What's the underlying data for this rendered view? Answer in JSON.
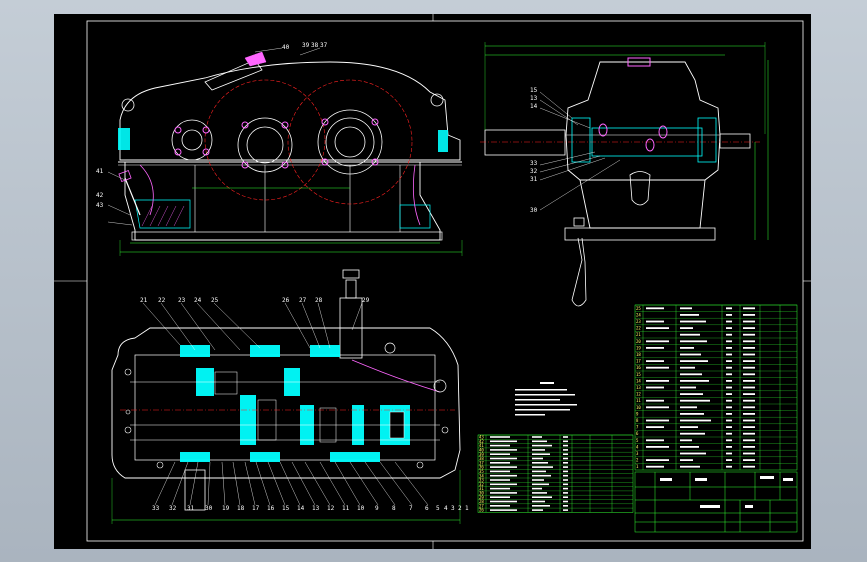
{
  "colors": {
    "background": "#000000",
    "frame": "#ffffff",
    "outline": "#ffffff",
    "dimension": "#33ff33",
    "center_line": "#ff2222",
    "section": "#00ffff",
    "hatch": "#ff66ff",
    "leader": "#ffff66",
    "table_line": "#33ff33"
  },
  "front_view": {
    "callouts": [
      "40",
      "39",
      "38",
      "37",
      "41",
      "42",
      "43"
    ]
  },
  "side_view": {
    "callouts": [
      "15",
      "13",
      "14",
      "33",
      "32",
      "31",
      "30"
    ]
  },
  "top_view": {
    "callouts_top": [
      "21",
      "22",
      "23",
      "24",
      "25",
      "26",
      "27",
      "28",
      "29"
    ],
    "callouts_bottom": [
      "33",
      "32",
      "31",
      "30",
      "19",
      "18",
      "17",
      "16",
      "15",
      "14",
      "13",
      "12",
      "11",
      "10",
      "9",
      "8",
      "7",
      "6",
      "5",
      "4",
      "3",
      "2",
      "1"
    ]
  },
  "parts_table_left": {
    "row_numbers": [
      "43",
      "42",
      "41",
      "40",
      "39",
      "38",
      "37",
      "36",
      "35",
      "34",
      "33",
      "32",
      "31",
      "30",
      "29",
      "28",
      "27",
      "26"
    ]
  },
  "parts_table_right": {
    "row_numbers": [
      "25",
      "24",
      "23",
      "22",
      "21",
      "20",
      "19",
      "18",
      "17",
      "16",
      "15",
      "14",
      "13",
      "12",
      "11",
      "10",
      "9",
      "8",
      "7",
      "6",
      "5",
      "4",
      "3",
      "2",
      "1"
    ]
  }
}
